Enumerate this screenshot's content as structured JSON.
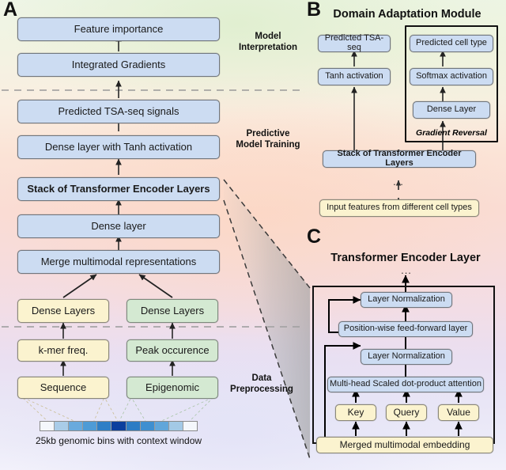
{
  "figure": {
    "panels": [
      {
        "letter": "A",
        "title": ""
      },
      {
        "letter": "B",
        "title": "Domain Adaptation Module"
      },
      {
        "letter": "C",
        "title": "Transformer Encoder Layer"
      }
    ]
  },
  "panelA": {
    "letter": "A",
    "stage_labels": [
      {
        "line1": "Model",
        "line2": "Interpretation"
      },
      {
        "line1": "Predictive",
        "line2": "Model Training"
      },
      {
        "line1": "Data",
        "line2": "Preprocessing"
      }
    ],
    "boxes": {
      "feature_importance": "Feature importance",
      "integrated_gradients": "Integrated Gradients",
      "predicted_signals": "Predicted TSA-seq signals",
      "dense_tanh": "Dense layer with Tanh activation",
      "transformer_stack": "Stack of Transformer Encoder Layers",
      "dense_layer": "Dense layer",
      "merge": "Merge multimodal representations",
      "dense_layers_left": "Dense Layers",
      "dense_layers_right": "Dense Layers",
      "kmer": "k-mer freq.",
      "peak": "Peak occurence",
      "sequence": "Sequence",
      "epigenomic": "Epigenomic"
    },
    "genomic_caption": "25kb genomic bins with context window",
    "genomic_bins": [
      "#f4f7fc",
      "#a9cce8",
      "#69aadd",
      "#4e9bd6",
      "#2e7fc6",
      "#0b3f9e",
      "#2c7cc4",
      "#3f8fd0",
      "#61a6da",
      "#a3c9e6",
      "#f4f7fc"
    ]
  },
  "panelB": {
    "letter": "B",
    "title": "Domain Adaptation Module",
    "boxes": {
      "predicted_tsa": "Predicted TSA-seq",
      "tanh": "Tanh activation",
      "predicted_cell_type": "Predicted cell type",
      "softmax": "Softmax activation",
      "dense_layer": "Dense Layer",
      "transformer_stack": "Stack of Transformer Encoder Layers",
      "input_features": "Input features from different cell types"
    },
    "gradient_reversal": "Gradient Reversal",
    "ellipsis": "..."
  },
  "panelC": {
    "letter": "C",
    "title": "Transformer Encoder Layer",
    "ellipsis": "...",
    "boxes": {
      "layer_norm_top": "Layer Normalization",
      "feed_forward": "Position-wise feed-forward layer",
      "layer_norm_bottom": "Layer Normalization",
      "attention": "Multi-head Scaled dot-product attention",
      "key": "Key",
      "query": "Query",
      "value": "Value",
      "embedding": "Merged multimodal embedding"
    }
  },
  "colors": {
    "blue_box": "#ccdcf2",
    "yellow_box": "#fbf3cf",
    "green_box": "#d4e9d2",
    "divider": "#9a9a9a",
    "outline": "#111111"
  }
}
